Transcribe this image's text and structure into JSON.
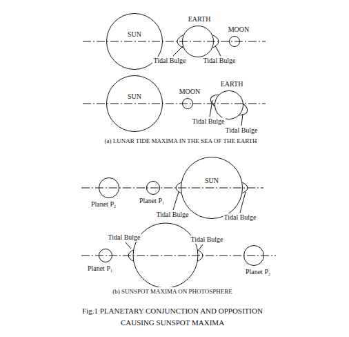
{
  "diagram": {
    "caption": "Fig.1 PLANETARY CONJUNCTION AND OPPOSITION CAUSING SUNSPOT MAXIMA",
    "nodes": [
      {
        "text": [
          "SUN"
        ]
      },
      {
        "text": [
          "EARTH"
        ]
      },
      {
        "text": [
          "MOON"
        ]
      },
      {
        "text": [
          "SUN"
        ]
      },
      {
        "text": [
          "MOON"
        ]
      },
      {
        "text": [
          "EARTH"
        ]
      },
      {
        "text": [
          "Planet P₂"
        ]
      },
      {
        "text": [
          "Planet P₁"
        ]
      },
      {
        "text": [
          "SUN"
        ]
      },
      {
        "text": [
          "Planet P₁"
        ]
      },
      {
        "text": [
          "Planet P₂"
        ]
      }
    ],
    "labels": [
      "Tidal Bulge",
      "Tidal Bulge",
      "Tidal Bulge",
      "Tidal Bulge",
      "(a) LUNAR TIDE MAXIMA IN THE SEA OF THE EARTH",
      "Tidal Bulge",
      "Tidal Bulge",
      "Tidal Bulge",
      "Tidal Bulge",
      "(b) SUNSPOT MAXIMA ON PHOTOSPHERE"
    ]
  }
}
